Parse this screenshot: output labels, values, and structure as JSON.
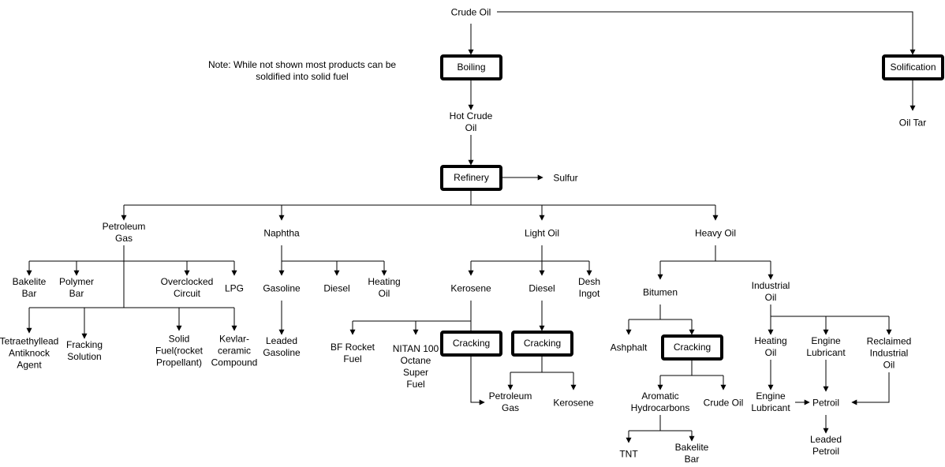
{
  "note": "Note: While not shown most products can be\nsoldified into solid fuel",
  "nodes": {
    "crude_oil": "Crude Oil",
    "boiling": "Boiling",
    "solification": "Solification",
    "oil_tar": "Oil Tar",
    "hot_crude_oil": "Hot Crude\nOil",
    "refinery": "Refinery",
    "sulfur": "Sulfur",
    "petroleum_gas": "Petroleum\nGas",
    "naphtha": "Naphtha",
    "light_oil": "Light Oil",
    "heavy_oil": "Heavy Oil",
    "bakelite_bar": "Bakelite\nBar",
    "polymer_bar": "Polymer\nBar",
    "overclocked_circuit": "Overclocked\nCircuit",
    "lpg": "LPG",
    "tetraethyllead": "Tetraethyllead\nAntiknock\nAgent",
    "fracking_solution": "Fracking\nSolution",
    "solid_fuel": "Solid\nFuel(rocket\nPropellant)",
    "kevlar": "Kevlar-\nceramic\nCompound",
    "gasoline": "Gasoline",
    "diesel_naphtha": "Diesel",
    "heating_oil_naphtha": "Heating\nOil",
    "leaded_gasoline": "Leaded\nGasoline",
    "kerosene": "Kerosene",
    "diesel_light": "Diesel",
    "desh_ingot": "Desh\nIngot",
    "bf_rocket_fuel": "BF Rocket\nFuel",
    "nitan": "NITAN 100\nOctane\nSuper\nFuel",
    "cracking_kerosene": "Cracking",
    "cracking_diesel": "Cracking",
    "cracked_petroleum_gas": "Petroleum\nGas",
    "cracked_kerosene": "Kerosene",
    "bitumen": "Bitumen",
    "industrial_oil": "Industrial\nOil",
    "ashphalt": "Ashphalt",
    "cracking_bitumen": "Cracking",
    "aromatic_hydrocarbons": "Aromatic\nHydrocarbons",
    "crude_oil_cracked": "Crude Oil",
    "tnt": "TNT",
    "bakelite_bar_2": "Bakelite\nBar",
    "heating_oil_industrial": "Heating\nOil",
    "engine_lubricant": "Engine\nLubricant",
    "reclaimed_industrial_oil": "Reclaimed\nIndustrial\nOil",
    "engine_lubricant_2": "Engine\nLubricant",
    "petroil": "Petroil",
    "leaded_petroil": "Leaded\nPetroil"
  }
}
